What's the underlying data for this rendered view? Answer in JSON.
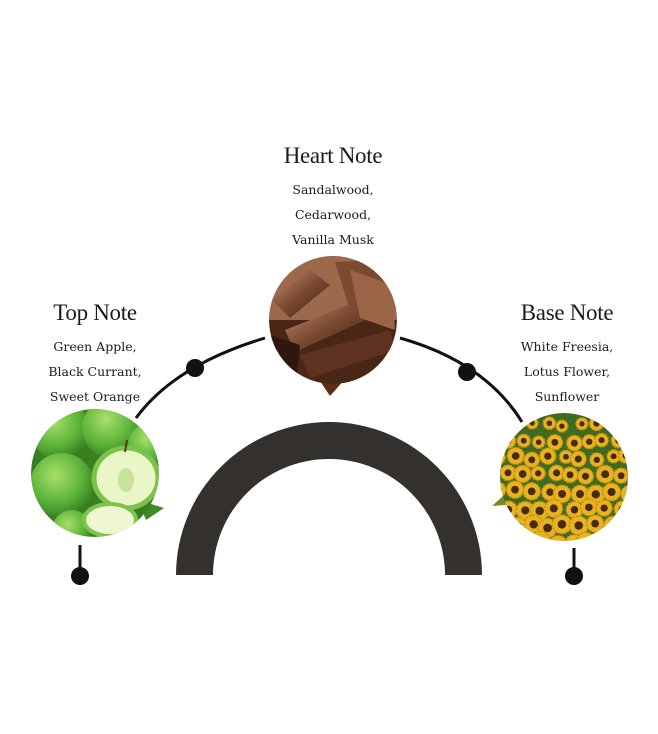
{
  "notes": {
    "top": {
      "title": "Top Note",
      "items": [
        "Green Apple,",
        "Black Currant,",
        "Sweet Orange"
      ],
      "image": "green-apples-image"
    },
    "heart": {
      "title": "Heart Note",
      "items": [
        "Sandalwood,",
        "Cedarwood,",
        "Vanilla Musk"
      ],
      "image": "sandalwood-image"
    },
    "base": {
      "title": "Base Note",
      "items": [
        "White Freesia,",
        "Lotus Flower,",
        "Sunflower"
      ],
      "image": "sunflowers-image"
    }
  },
  "colors": {
    "arch": "#33302d",
    "line": "#111111",
    "apple": "#5cb33a",
    "wood": "#6b3a22",
    "sunflower": "#e8b320",
    "leaf": "#3d6b1f"
  }
}
